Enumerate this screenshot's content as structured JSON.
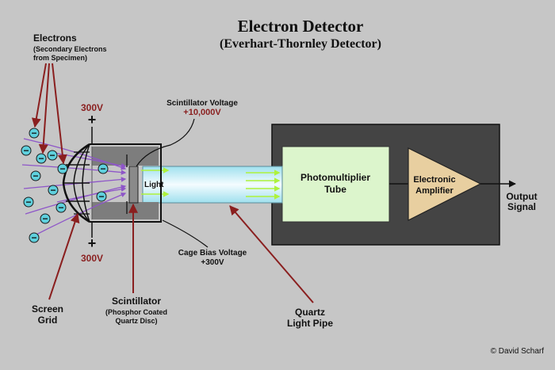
{
  "title": "Electron Detector",
  "subtitle": "(Everhart-Thornley Detector)",
  "labels": {
    "electrons": "Electrons",
    "electrons_sub1": "(Secondary Electrons",
    "electrons_sub2": "from Specimen)",
    "voltage_top": "300V",
    "voltage_bottom": "300V",
    "scint_voltage": "Scintillator Voltage",
    "scint_voltage_value": "+10,000V",
    "light": "Light",
    "pmt1": "Photomultiplier",
    "pmt2": "Tube",
    "amp1": "Electronic",
    "amp2": "Amplifier",
    "output1": "Output",
    "output2": "Signal",
    "cage_bias": "Cage Bias Voltage",
    "cage_bias_value": "+300V",
    "screen1": "Screen",
    "screen2": "Grid",
    "scintillator": "Scintillator",
    "scint_sub1": "(Phosphor Coated",
    "scint_sub2": "Quartz Disc)",
    "quartz1": "Quartz",
    "quartz2": "Light Pipe",
    "copyright": "© David Scharf"
  },
  "symbols": {
    "electron": "−",
    "plus": "+"
  },
  "colors": {
    "background": "#c6c6c6",
    "dark_red": "#8a1f1f",
    "electron_fill": "#5fd0dd",
    "trajectory": "#8e56c8",
    "light_arrow": "#aef23c",
    "pmt_fill": "#dcf5cc",
    "amp_fill": "#e8cfa0",
    "box_dark": "#444444"
  }
}
